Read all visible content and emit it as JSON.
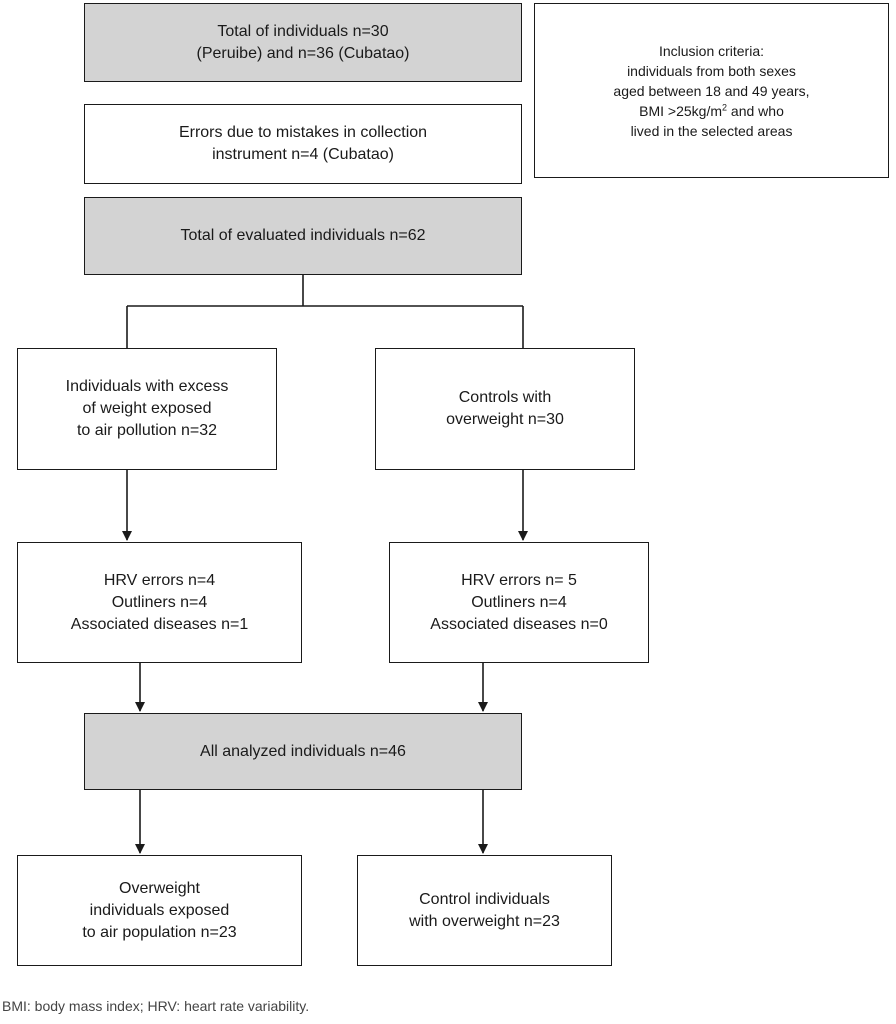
{
  "nodes": {
    "total_individuals": {
      "lines": [
        "Total of individuals n=30",
        "(Peruibe) and n=36 (Cubatao)"
      ]
    },
    "inclusion_criteria": {
      "lines": [
        "Inclusion criteria:",
        "individuals from both sexes",
        "aged between 18 and 49 years,",
        "BMI >25kg/m",
        "and who",
        "lived in the selected areas"
      ],
      "superscript": "2"
    },
    "errors_collection": {
      "lines": [
        "Errors due to mistakes in collection",
        "instrument n=4 (Cubatao)"
      ]
    },
    "total_evaluated": {
      "lines": [
        "Total of evaluated individuals n=62"
      ]
    },
    "exposed_group": {
      "lines": [
        "Individuals with excess",
        "of weight exposed",
        "to air pollution n=32"
      ]
    },
    "control_group": {
      "lines": [
        "Controls with",
        "overweight n=30"
      ]
    },
    "exposed_exclusions": {
      "lines": [
        "HRV errors n=4",
        "Outliners n=4",
        "Associated diseases n=1"
      ]
    },
    "control_exclusions": {
      "lines": [
        "HRV errors n= 5",
        "Outliners n=4",
        "Associated diseases n=0"
      ]
    },
    "all_analyzed": {
      "lines": [
        "All analyzed individuals n=46"
      ]
    },
    "exposed_final": {
      "lines": [
        "Overweight",
        "individuals exposed",
        "to air population n=23"
      ]
    },
    "control_final": {
      "lines": [
        "Control individuals",
        "with overweight n=23"
      ]
    }
  },
  "footnote": "BMI: body mass index; HRV: heart rate variability."
}
